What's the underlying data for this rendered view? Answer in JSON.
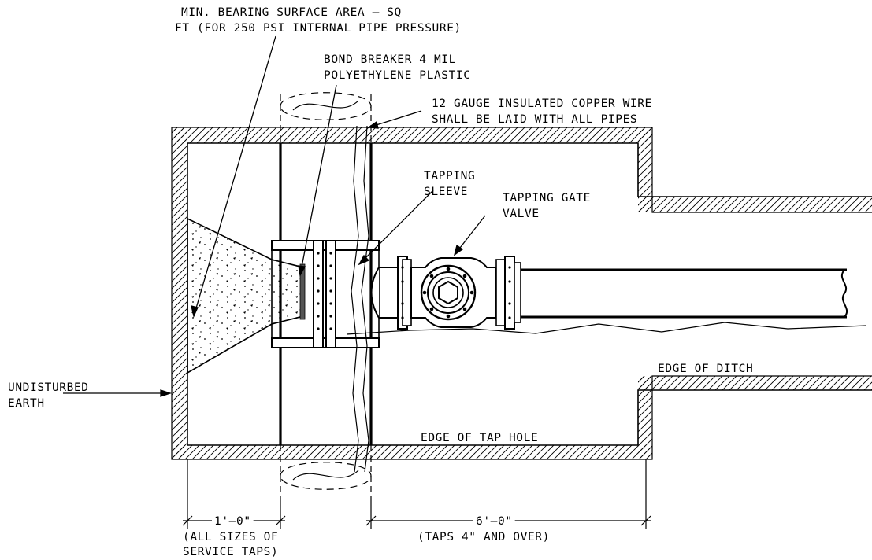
{
  "labels": {
    "bearing_area_line1": "MIN. BEARING SURFACE AREA – SQ",
    "bearing_area_line2": "FT (FOR 250 PSI INTERNAL PIPE PRESSURE)",
    "bond_breaker_line1": "BOND BREAKER 4 MIL",
    "bond_breaker_line2": "POLYETHYLENE PLASTIC",
    "copper_wire_line1": "12 GAUGE INSULATED COPPER WIRE",
    "copper_wire_line2": "SHALL BE LAID WITH ALL PIPES",
    "tapping_sleeve_line1": "TAPPING",
    "tapping_sleeve_line2": "SLEEVE",
    "gate_valve_line1": "TAPPING GATE",
    "gate_valve_line2": "VALVE",
    "undisturbed_line1": "UNDISTURBED",
    "undisturbed_line2": "EARTH",
    "edge_of_ditch": "EDGE OF DITCH",
    "edge_of_tap_hole": "EDGE OF TAP HOLE",
    "dim_left_value": "1'–0\"",
    "dim_left_note_line1": "(ALL SIZES OF",
    "dim_left_note_line2": "SERVICE TAPS)",
    "dim_right_value": "6'–0\"",
    "dim_right_note": "(TAPS 4\" AND OVER)"
  }
}
